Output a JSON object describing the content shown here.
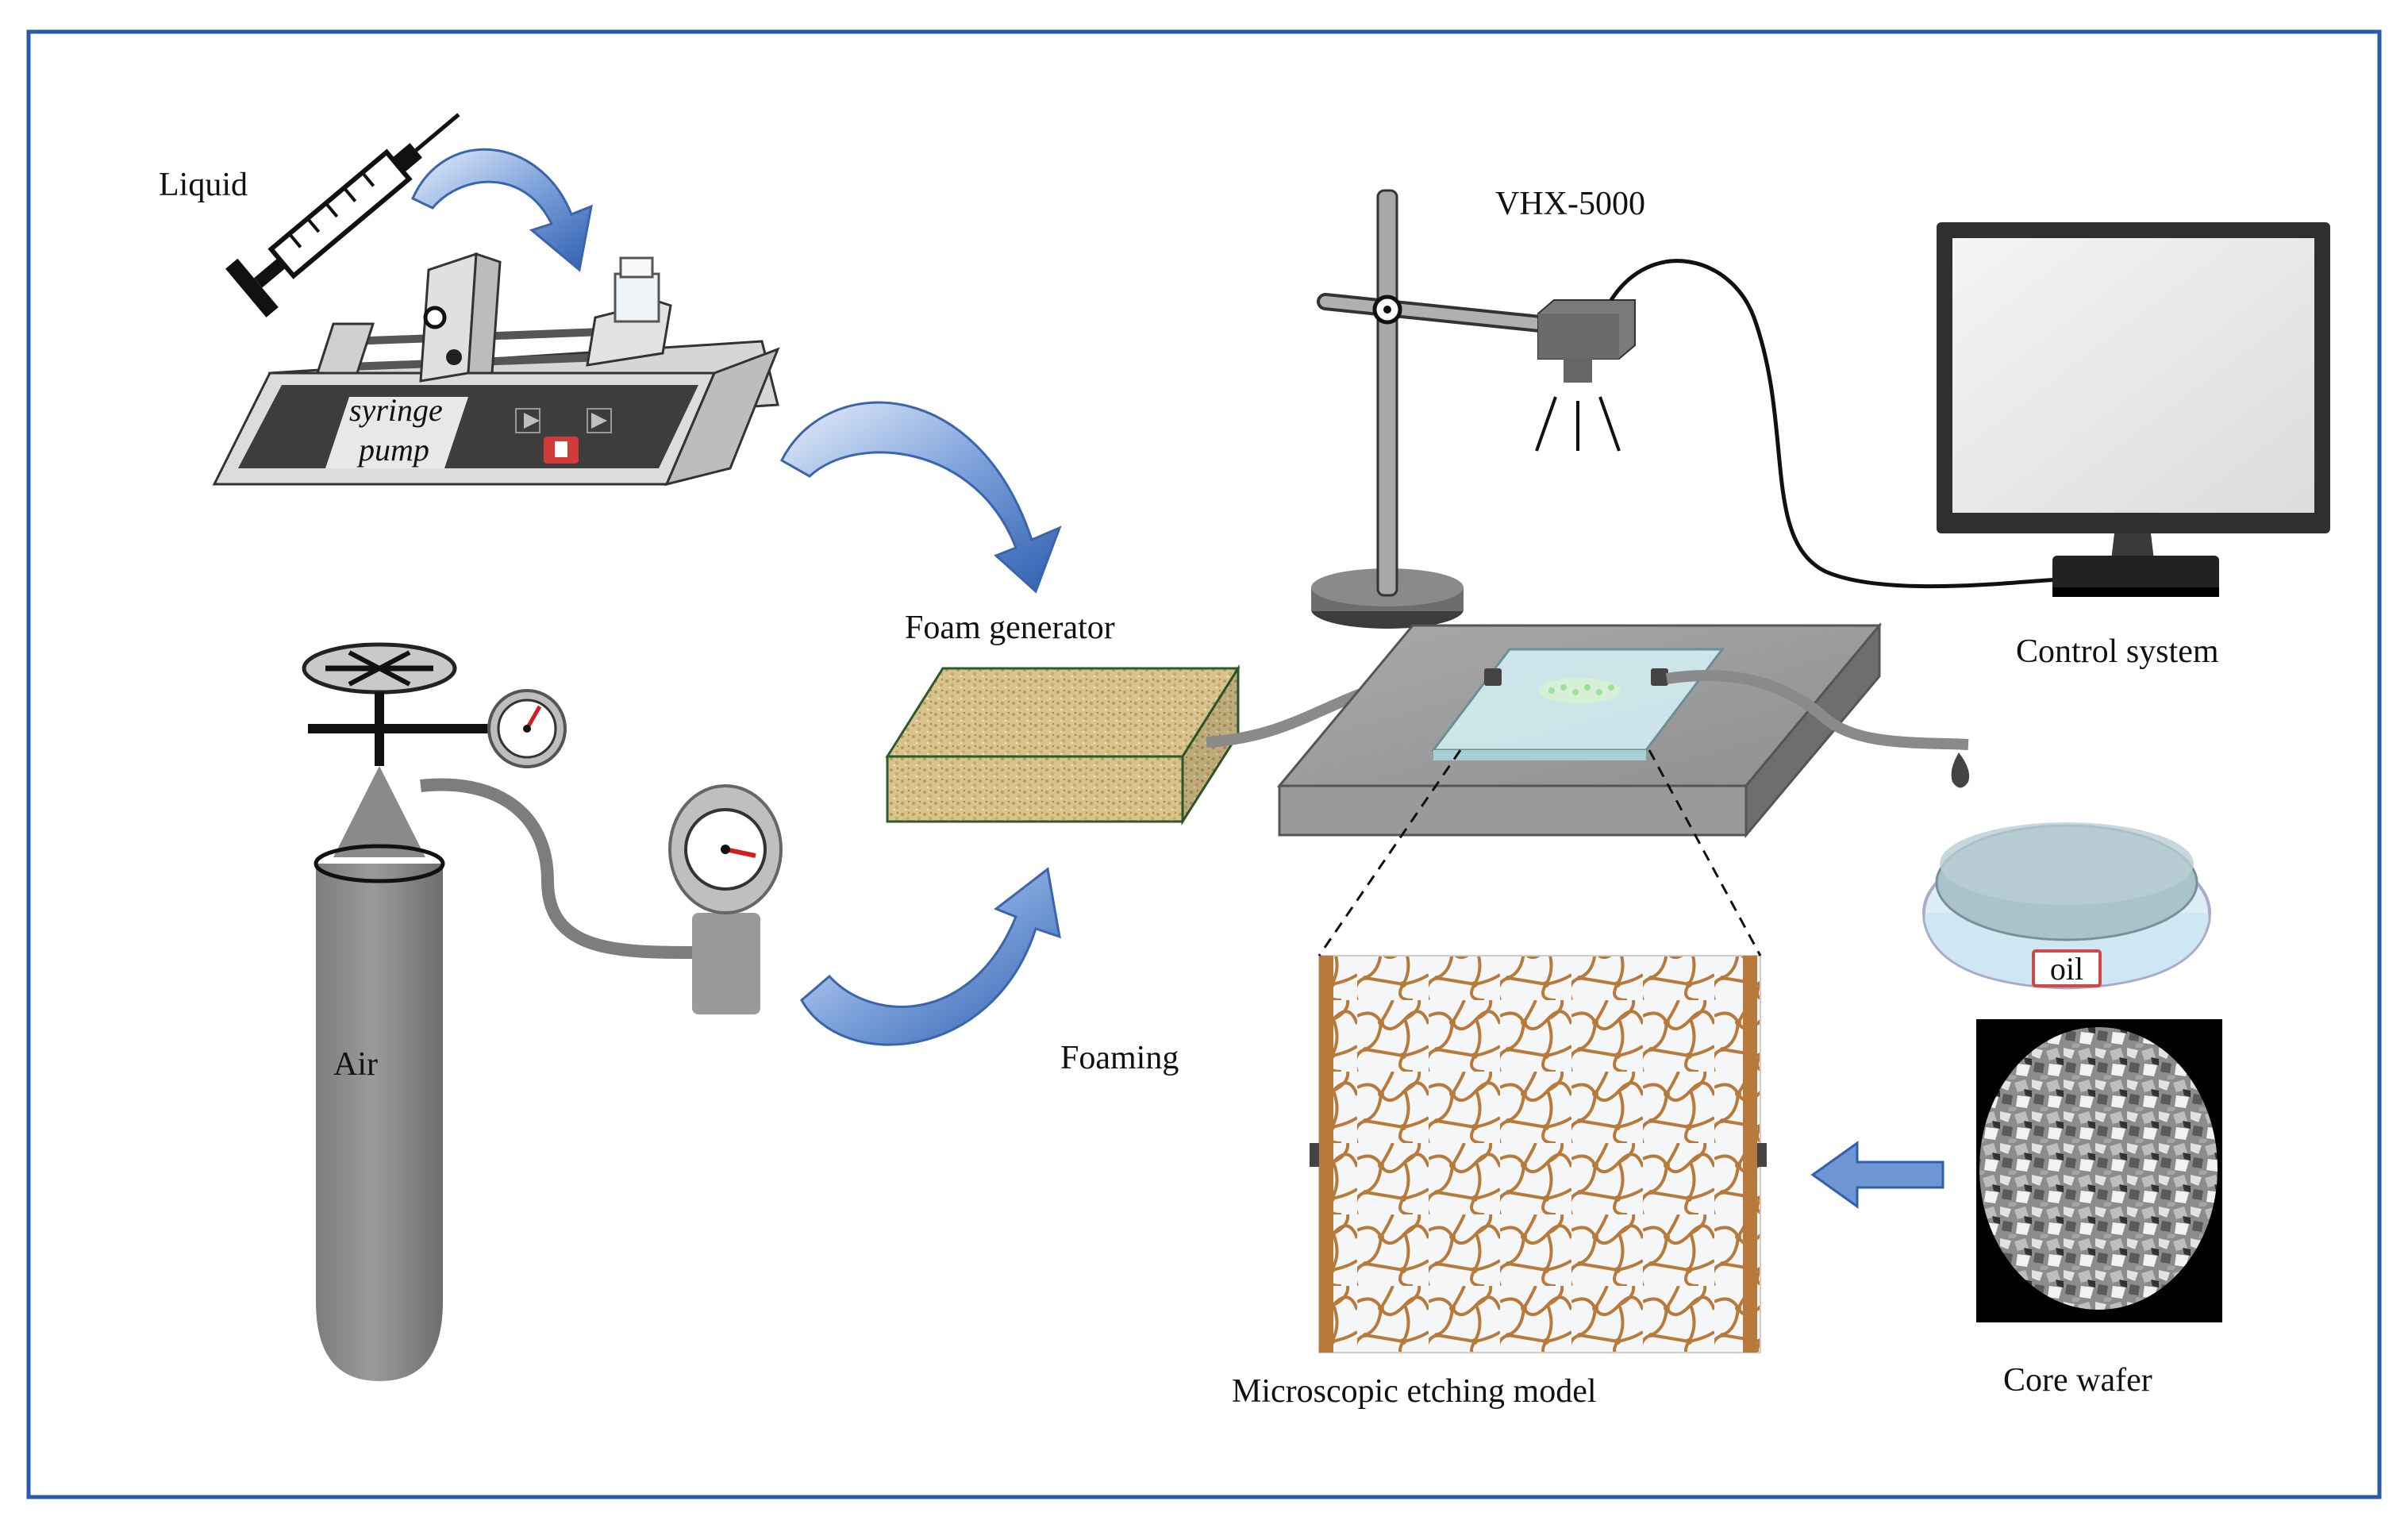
{
  "labels": {
    "liquid": "Liquid",
    "syringe_pump_line1": "syringe",
    "syringe_pump_line2": "pump",
    "foam_generator": "Foam generator",
    "air": "Air",
    "foaming": "Foaming",
    "vhx": "VHX-5000",
    "control_system": "Control system",
    "oil": "oil",
    "microscopic_model": "Microscopic etching model",
    "core_wafer": "Core wafer"
  },
  "colors": {
    "frame_border": "#2b5aa8",
    "arrow_fill": "#4a78c4",
    "arrow_light": "#c9daf4",
    "metal_gray": "#8a8a8a",
    "dark_gray": "#3a3a3a",
    "foam": "#d9c48a",
    "etch_brown": "#b87a3a",
    "glass": "#cfe9ee",
    "oil_blue": "#a9c3cc"
  }
}
